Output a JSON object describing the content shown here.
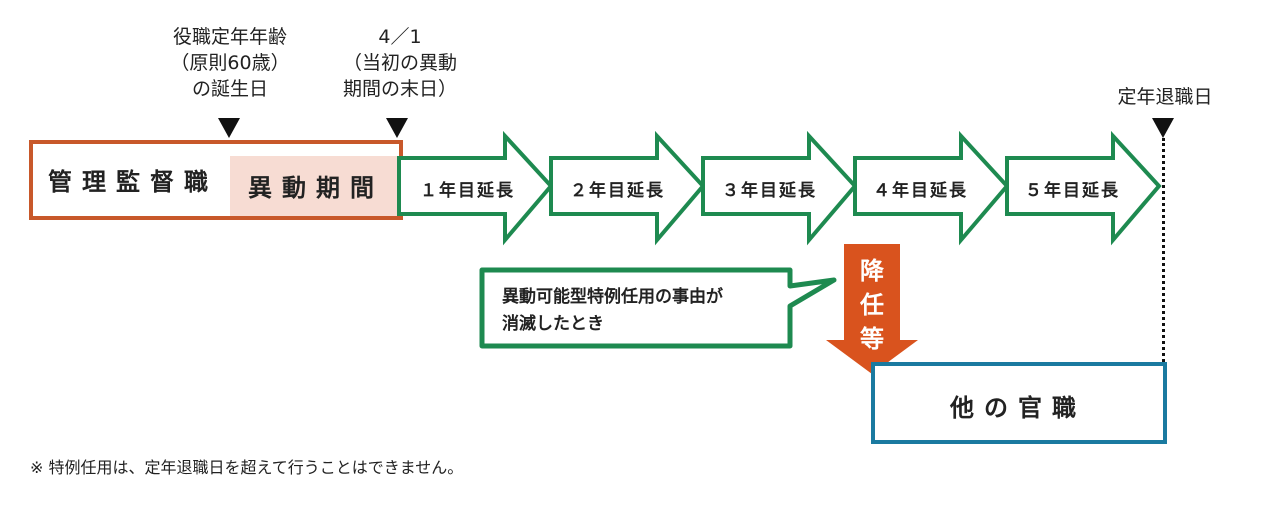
{
  "markers": {
    "role_retirement": "役職定年年齢\n（原則60歳）\nの誕生日",
    "april_first": "4／1\n（当初の異動\n期間の末日）",
    "retirement_date": "定年退職日"
  },
  "boxes": {
    "management_post": "管理監督職",
    "transfer_period": "異動期間",
    "other_post": "他の官職"
  },
  "extensions": [
    {
      "label": "１年目延長"
    },
    {
      "label": "２年目延長"
    },
    {
      "label": "３年目延長"
    },
    {
      "label": "４年目延長"
    },
    {
      "label": "５年目延長"
    }
  ],
  "callout": {
    "line1": "異動可能型特例任用の事由が",
    "line2": "消滅したとき"
  },
  "demotion": {
    "c1": "降",
    "c2": "任",
    "c3": "等"
  },
  "footnote": "※ 特例任用は、定年退職日を超えて行うことはできません。",
  "colors": {
    "management_border": "#c8582a",
    "transfer_fill": "#f7dcd3",
    "extension_green": "#1e8a50",
    "demotion_orange": "#d9531e",
    "other_post_blue": "#1a7aa0"
  }
}
